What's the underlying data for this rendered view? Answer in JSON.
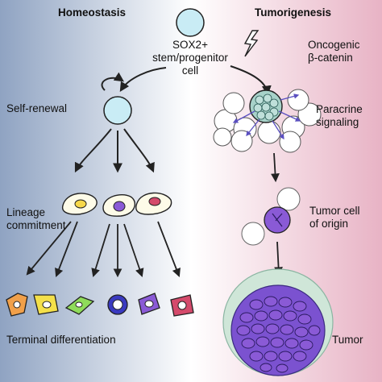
{
  "headers": {
    "left": "Homeostasis",
    "right": "Tumorigenesis"
  },
  "labels": {
    "stem_cell": [
      "SOX2+",
      "stem/progenitor",
      "cell"
    ],
    "self_renewal": "Self-renewal",
    "lineage_commitment": [
      "Lineage",
      "commitment"
    ],
    "terminal_differentiation": "Terminal differentiation",
    "oncogenic": "Oncogenic",
    "beta_catenin": "β-catenin",
    "paracrine_signaling": [
      "Paracrine",
      "signaling"
    ],
    "tumor_cell_of_origin": [
      "Tumor cell",
      "of origin"
    ],
    "tumor": "Tumor"
  },
  "colors": {
    "left_bg": "#8fa3c2",
    "center_bg": "#ffffff",
    "right_bg": "#e8b3c5",
    "stem_cell": "#c9ecf5",
    "oncogenic_cell": "#a7d2c9",
    "tumor_purple": "#8a5ad6",
    "arrow": "#222222",
    "signal_arrow": "#5a4fc0"
  },
  "icons": [
    "lightning-icon"
  ]
}
